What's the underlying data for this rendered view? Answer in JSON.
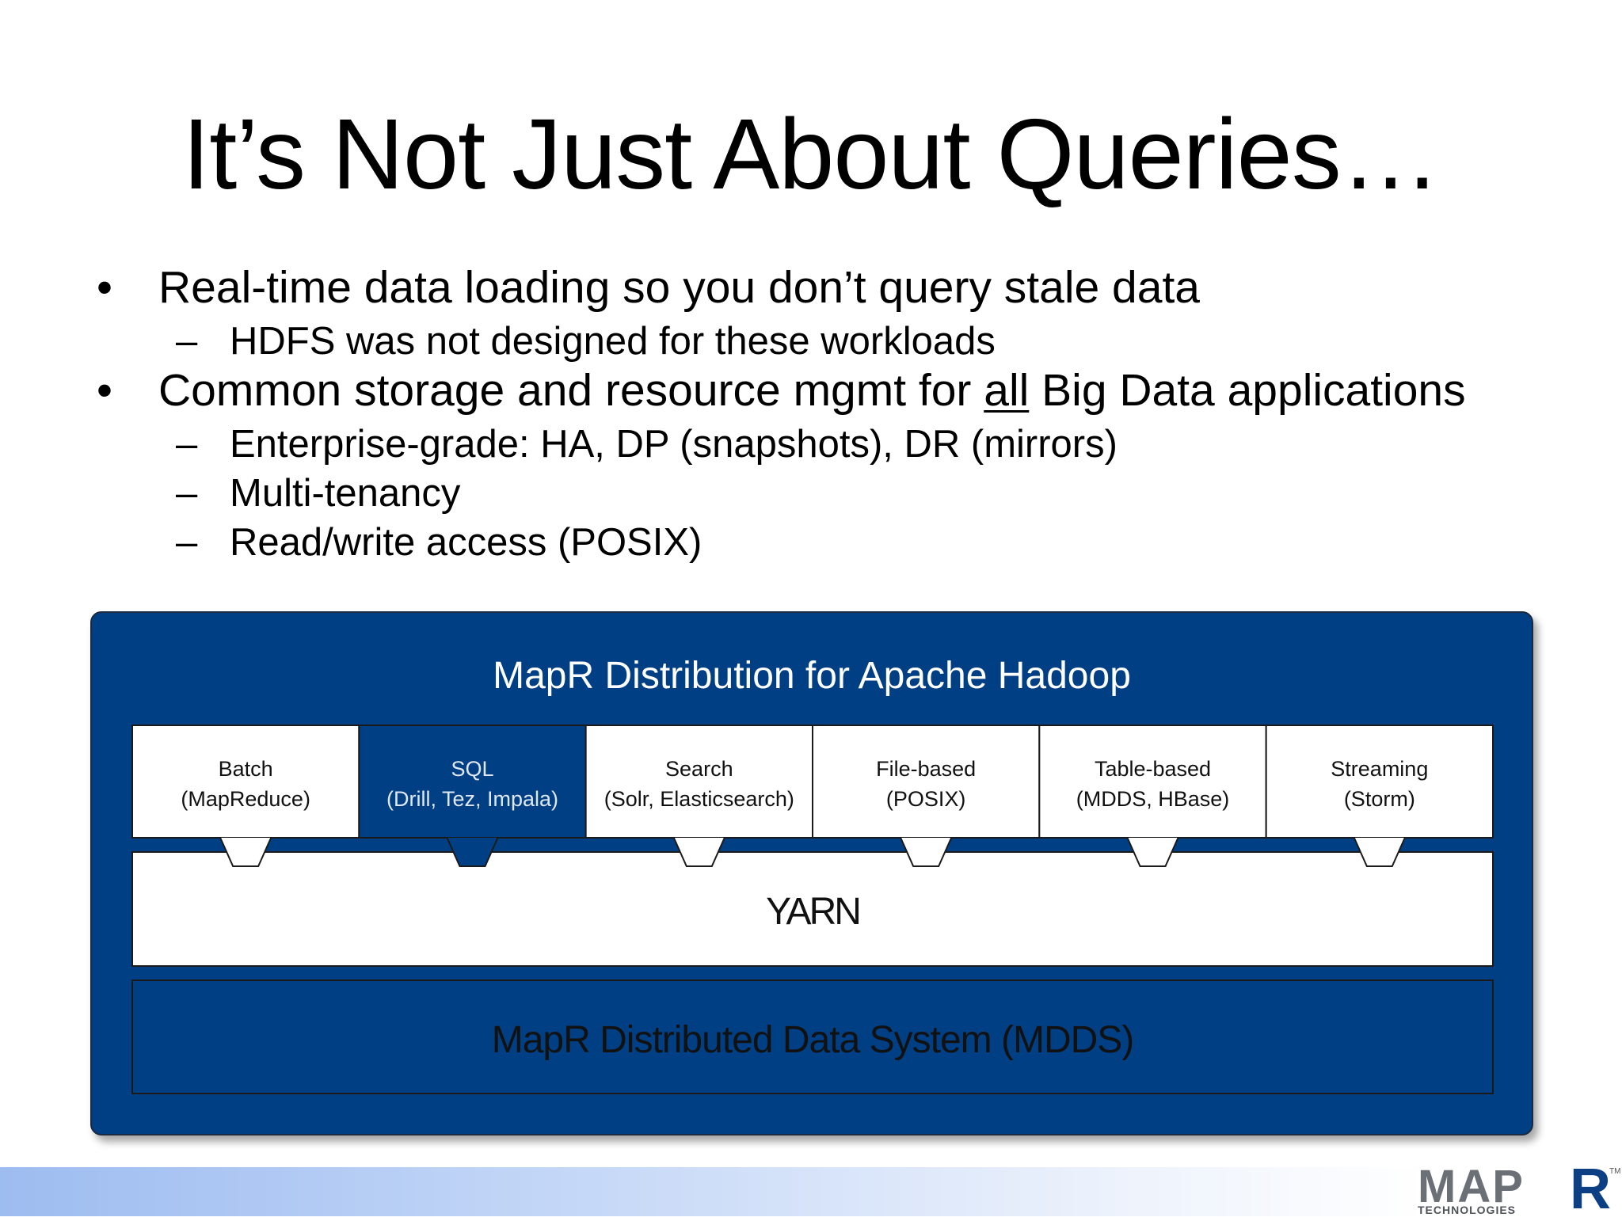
{
  "slide": {
    "title": "It’s Not Just About Queries…"
  },
  "bullets": [
    {
      "level": 1,
      "marker": "•",
      "parts": [
        {
          "text": "Real-time data loading so you don’t query stale data",
          "underline": false
        }
      ]
    },
    {
      "level": 2,
      "marker": "–",
      "parts": [
        {
          "text": "HDFS was not designed for these workloads",
          "underline": false
        }
      ]
    },
    {
      "level": 1,
      "marker": "•",
      "parts": [
        {
          "text": "Common storage and resource mgmt for ",
          "underline": false
        },
        {
          "text": "all",
          "underline": true
        },
        {
          "text": " Big Data applications",
          "underline": false
        }
      ]
    },
    {
      "level": 2,
      "marker": "–",
      "parts": [
        {
          "text": "Enterprise-grade: HA, DP (snapshots), DR (mirrors)",
          "underline": false
        }
      ]
    },
    {
      "level": 2,
      "marker": "–",
      "parts": [
        {
          "text": "Multi-tenancy",
          "underline": false
        }
      ]
    },
    {
      "level": 2,
      "marker": "–",
      "parts": [
        {
          "text": "Read/write access (POSIX)",
          "underline": false
        }
      ]
    }
  ],
  "diagram": {
    "title": "MapR Distribution for Apache Hadoop",
    "engines": [
      {
        "name": "Batch",
        "detail": "(MapReduce)",
        "highlighted": false
      },
      {
        "name": "SQL",
        "detail": "(Drill, Tez, Impala)",
        "highlighted": true
      },
      {
        "name": "Search",
        "detail": "(Solr, Elasticsearch)",
        "highlighted": false
      },
      {
        "name": "File-based",
        "detail": "(POSIX)",
        "highlighted": false
      },
      {
        "name": "Table-based",
        "detail": "(MDDS, HBase)",
        "highlighted": false
      },
      {
        "name": "Streaming",
        "detail": "(Storm)",
        "highlighted": false
      }
    ],
    "yarn_label": "YARN",
    "storage_label": "MapR Distributed Data System (MDDS)",
    "colors": {
      "panel": "#003f84",
      "box_light": "#ffffff",
      "box_dark": "#003f84",
      "border": "#1a1a1a"
    }
  },
  "logo": {
    "main": "MAP",
    "r": "R",
    "sub": "TECHNOLOGIES",
    "tm": "TM"
  }
}
